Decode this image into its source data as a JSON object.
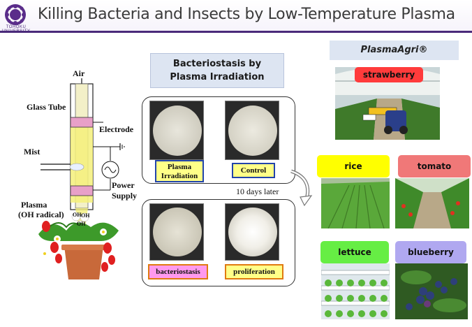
{
  "header": {
    "title": "Killing Bacteria and Insects by Low-Temperature Plasma",
    "university": "TOHOKU UNIVERSITY"
  },
  "diagram": {
    "air": "Air",
    "glass_tube": "Glass Tube",
    "electrode": "Electrode",
    "mist": "Mist",
    "power_supply_1": "Power",
    "power_supply_2": "Supply",
    "plasma_1": "Plasma",
    "plasma_2": "(OH radical)",
    "oh": "OH"
  },
  "experiment": {
    "title_line1": "Bacteriostasis by",
    "title_line2": "Plasma Irradiation",
    "plasma_irradiation_1": "Plasma",
    "plasma_irradiation_2": "Irradiation",
    "control": "Control",
    "days_later": "10 days later",
    "bacteriostasis": "bacteriostasis",
    "proliferation": "proliferation"
  },
  "agri": {
    "title": "PlasmaAgri®",
    "crops": {
      "strawberry": "strawberry",
      "rice": "rice",
      "tomato": "tomato",
      "lettuce": "lettuce",
      "blueberry": "blueberry"
    }
  },
  "colors": {
    "accent_purple": "#4a2a7a",
    "tag_red": "#ff3b3b",
    "tag_yellow": "#ffff00",
    "tag_salmon": "#f07878",
    "tag_green": "#66ee44",
    "tag_violet": "#b0a8f0",
    "label_pink": "#ff99ee",
    "label_border_blue": "#2244aa",
    "label_border_orange": "#e07a10",
    "caption_yellow": "#ffff88"
  }
}
